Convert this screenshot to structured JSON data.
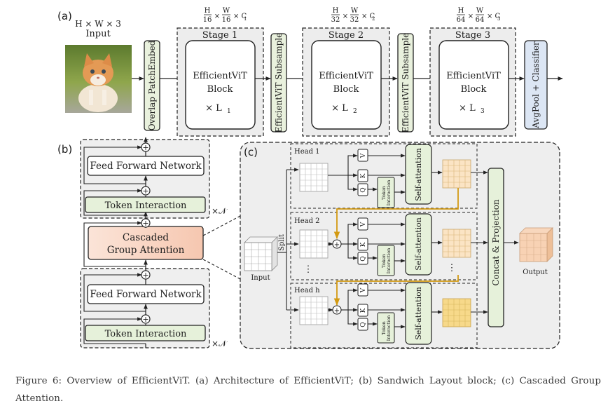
{
  "panel_a": {
    "label": "(a)",
    "input_dims": "H × W × 3",
    "input_label": "Input",
    "stage_dims": [
      {
        "num": "H",
        "den": "16",
        "num2": "W",
        "den2": "16",
        "ch": "× C",
        "sub": "1"
      },
      {
        "num": "H",
        "den": "32",
        "num2": "W",
        "den2": "32",
        "ch": "× C",
        "sub": "2"
      },
      {
        "num": "H",
        "den": "64",
        "num2": "W",
        "den2": "64",
        "ch": "× C",
        "sub": "3"
      }
    ],
    "patch_embed": "Overlap PatchEmbed",
    "stages": [
      "Stage 1",
      "Stage 2",
      "Stage 3"
    ],
    "block_line1": "EfficientViT",
    "block_line2": "Block",
    "block_repeats": [
      {
        "x": "× L",
        "sub": "1"
      },
      {
        "x": "× L",
        "sub": "2"
      },
      {
        "x": "× L",
        "sub": "3"
      }
    ],
    "subsample": "EfficientViT Subsample",
    "classifier": "AvgPool + Classifier"
  },
  "panel_b": {
    "label": "(b)",
    "ffn": "Feed Forward Network",
    "token_interaction": "Token Interaction",
    "cga_line1": "Cascaded",
    "cga_line2": "Group Attention",
    "repeat": "×𝒩",
    "plus": "+"
  },
  "panel_c": {
    "label": "(c)",
    "heads": [
      "Head 1",
      "Head 2",
      "Head h"
    ],
    "split": "Split",
    "input": "Input",
    "output": "Output",
    "v": "V",
    "k": "K",
    "q": "Q",
    "token_line1": "Token",
    "token_line2": "Interaction",
    "self_attention": "Self-attention",
    "concat": "Concat & Projection",
    "dots": "⋮"
  },
  "caption": "Figure 6: Overview of EfficientViT. (a) Architecture of EfficientViT; (b) Sandwich Layout block; (c) Cascaded Group Attention.",
  "colors": {
    "green_box": "#e6f1da",
    "cga_box": "#f7d0bd",
    "classifier_box": "#dce6f4",
    "block_fill": "#ffffff",
    "stage_fill": "#ededed",
    "panel_c_fill": "#eeeeee",
    "attention_yellow": "#f2c84b",
    "arrow_gold": "#d39a12",
    "output_orange": "#f4c7a2"
  }
}
